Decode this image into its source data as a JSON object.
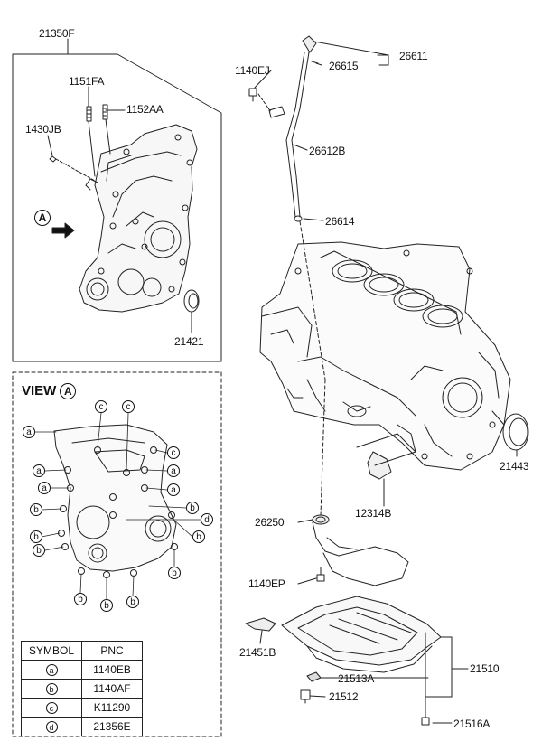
{
  "labels": {
    "timing_cover": "21350F",
    "stud_1": "1151FA",
    "stud_2": "1152AA",
    "pin": "1430JB",
    "seal_front": "21421",
    "bolt_gauge": "1140EJ",
    "gauge_assy": "26611",
    "gauge_oring_top": "26615",
    "gauge_guide": "26612B",
    "gauge_oring": "26614",
    "rear_seal": "21443",
    "baffle": "12314B",
    "strainer": "26250",
    "bolt_strainer": "1140EP",
    "bracket": "21451B",
    "gasket": "21513A",
    "oil_pan": "21510",
    "drain_plug": "21512",
    "bolt_pan": "21516A"
  },
  "view": {
    "title": "VIEW",
    "letter": "A",
    "arrow_letter": "A"
  },
  "symbols": {
    "a": "a",
    "b": "b",
    "c": "c",
    "d": "d"
  },
  "pnc_table": {
    "header_symbol": "SYMBOL",
    "header_pnc": "PNC",
    "rows": [
      {
        "symbol": "a",
        "pnc": "1140EB"
      },
      {
        "symbol": "b",
        "pnc": "1140AF"
      },
      {
        "symbol": "c",
        "pnc": "K11290"
      },
      {
        "symbol": "d",
        "pnc": "21356E"
      }
    ]
  }
}
